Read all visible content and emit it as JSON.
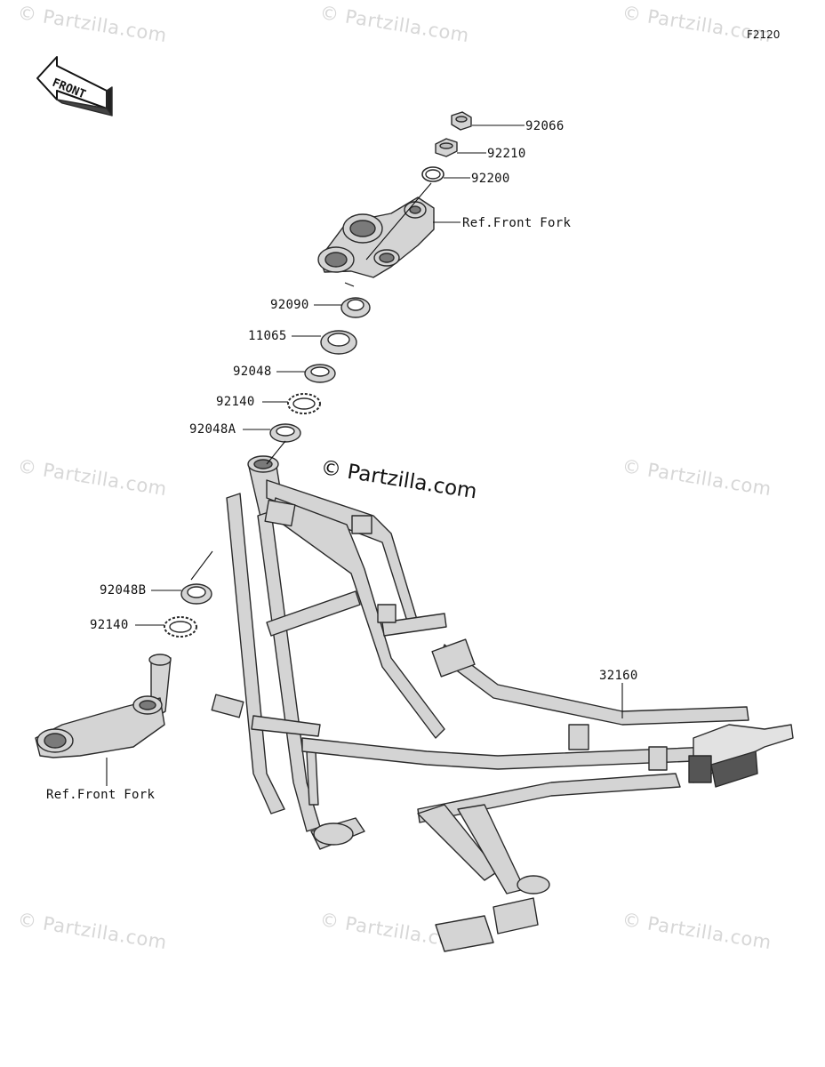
{
  "figure_code": "F2120",
  "front_label": "FRONT",
  "watermark_text": "© Partzilla.com",
  "center_watermark": "© Partzilla.com",
  "parts": {
    "p92066": "92066",
    "p92210": "92210",
    "p92200": "92200",
    "ref_front_fork_upper": "Ref.Front Fork",
    "p92090": "92090",
    "p11065": "11065",
    "p92048": "92048",
    "p92140": "92140",
    "p92048A": "92048A",
    "p92048B": "92048B",
    "p92140b": "92140",
    "ref_front_fork_lower": "Ref.Front Fork",
    "p32160": "32160"
  },
  "colors": {
    "part_fill": "#d4d4d4",
    "part_stroke": "#2a2a2a",
    "watermark": "#d7d7d7"
  }
}
